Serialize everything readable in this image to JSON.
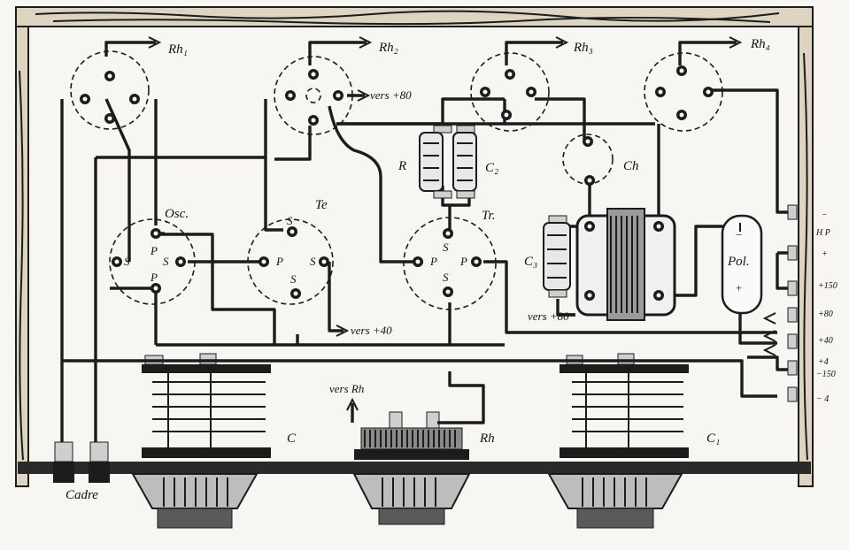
{
  "labels": {
    "rh1": "Rh₁",
    "rh2": "Rh₂",
    "rh3": "Rh₃",
    "rh4": "Rh₄",
    "vers80_top": "vers +80",
    "vers80_low": "vers +80",
    "vers40": "vers +40",
    "vers_rh": "vers Rh",
    "osc": "Osc.",
    "te": "Te",
    "tr": "Tr.",
    "ch": "Ch",
    "pol": "Pol.",
    "r": "R",
    "c2": "C₂",
    "c3": "C₃",
    "c": "C",
    "c1": "C₁",
    "rh": "Rh",
    "cadre": "Cadre",
    "pin_s": "S",
    "pin_p": "P",
    "pol_minus": "−",
    "pol_plus": "+"
  },
  "terminals": [
    "−",
    "H P",
    "+",
    "+150",
    "+80",
    "+40",
    "+4",
    "−150",
    "− 4"
  ]
}
